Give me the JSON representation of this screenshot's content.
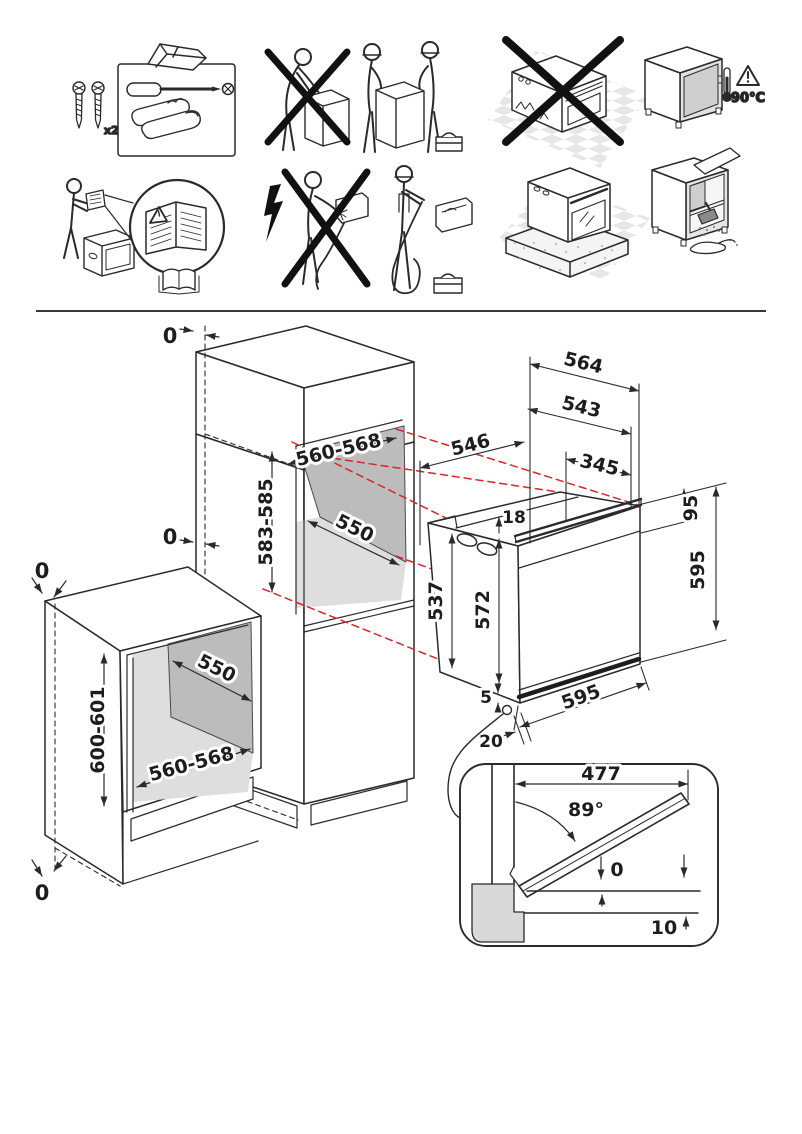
{
  "pictograms": {
    "kit": {
      "screw_count_label": "x2"
    },
    "temp_warning": {
      "label": "90°C"
    }
  },
  "diagram": {
    "tall_cabinet": {
      "top_gap": "0",
      "niche_height": "583-585",
      "niche_width": "560-568",
      "niche_depth": "550",
      "side_gap": "0"
    },
    "base_cabinet": {
      "top_gap": "0",
      "niche_height": "600-601",
      "niche_depth": "550",
      "niche_width": "560-568",
      "bottom_gap": "0"
    },
    "oven": {
      "depth_with_door": "564",
      "depth_body": "543",
      "depth_reduced": "345",
      "niche_depth_min": "546",
      "top_recess": "18",
      "front_panel_height": "95",
      "rear_height": "537",
      "front_height": "572",
      "side_height": "595",
      "door_bottom_lip": "5",
      "width": "595",
      "bottom_gap": "20"
    },
    "door_detail": {
      "door_width": "477",
      "open_angle": "89°",
      "door_gap": "0",
      "plinth_clearance": "10"
    }
  },
  "colors": {
    "ink": "#2a2a2a",
    "red": "#d9262c",
    "panel_gray": "#bcbcbc",
    "floor_gray": "#dedede"
  }
}
